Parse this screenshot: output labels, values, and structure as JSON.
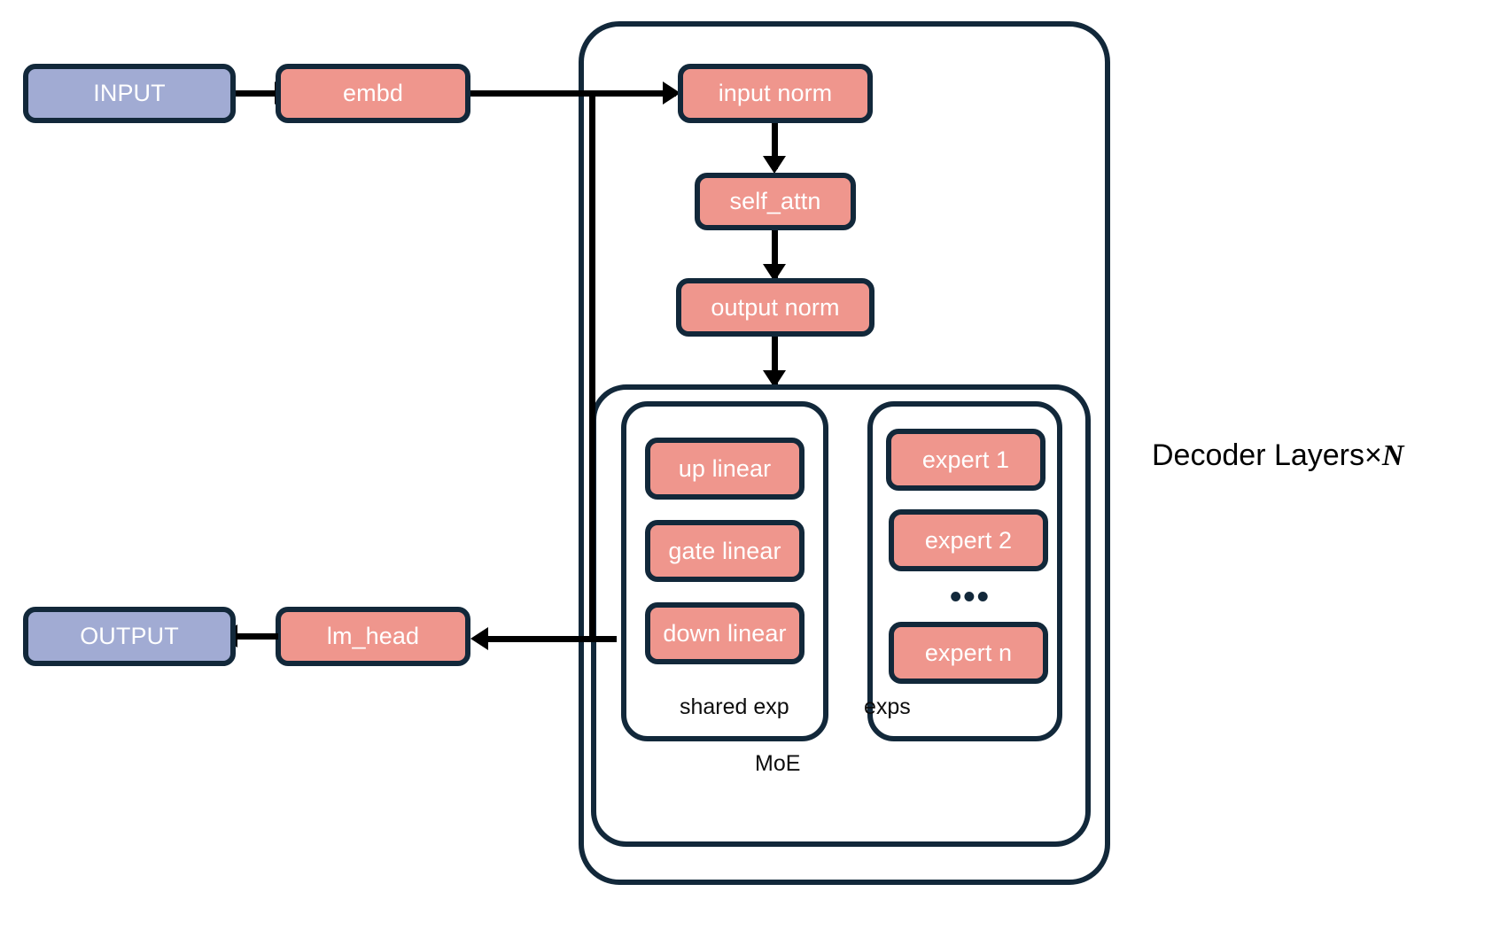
{
  "diagram": {
    "title_label": "Decoder Layers×",
    "title_suffix": "N",
    "colors": {
      "box_stroke": "#12283a",
      "salmon_fill": "#ef968d",
      "blue_fill": "#a1abd3",
      "edge": "#000000",
      "text_on_fill": "#ffffff",
      "text_plain": "#0d0d0d",
      "background": "#ffffff"
    },
    "nodes": {
      "input": "INPUT",
      "embd": "embd",
      "input_norm": "input norm",
      "self_attn": "self_attn",
      "output_norm": "output norm",
      "up_linear": "up linear",
      "gate_linear": "gate linear",
      "down_linear": "down linear",
      "expert_1": "expert 1",
      "expert_2": "expert 2",
      "expert_ellipsis": "•••",
      "expert_n": "expert n",
      "lm_head": "lm_head",
      "output": "OUTPUT"
    },
    "group_labels": {
      "shared_exp": "shared exp",
      "exps": "exps",
      "moe": "MoE"
    }
  }
}
